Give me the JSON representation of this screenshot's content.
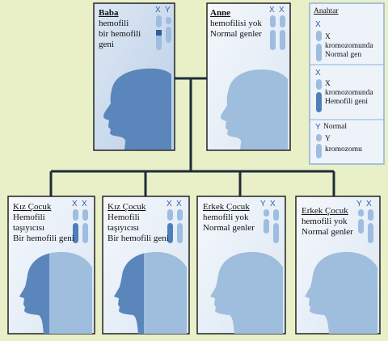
{
  "colors": {
    "background": "#e9f0c8",
    "panel_fill": "#ccdcee",
    "panel_fill_light": "#e6eef8",
    "panel_border": "#222222",
    "silhouette_dark": "#5a86bb",
    "silhouette_light": "#9fbddc",
    "chromosome_dark": "#4e7fbc",
    "chromosome_light": "#9ebde0",
    "connector": "#1f2b3a"
  },
  "father": {
    "name": "Baba",
    "lines": [
      "hemofili",
      "bir hemofili",
      "geni"
    ],
    "chromosomes": {
      "x_label": "X",
      "y_label": "Y"
    }
  },
  "mother": {
    "name": "Anne",
    "lines": [
      "hemofilisi yok",
      "Normal genler"
    ],
    "chromosomes": {
      "x_label": "X",
      "x2_label": "X"
    }
  },
  "key": {
    "title": "Anahtar",
    "items": [
      {
        "symbol": "X",
        "lines": [
          "X",
          "kromozomunda",
          "Normal gen"
        ],
        "icon": "normal-x-chromosome"
      },
      {
        "symbol": "X",
        "lines": [
          "X",
          "kromozomunda",
          "Hemofili geni"
        ],
        "icon": "hemophilia-x-chromosome"
      },
      {
        "symbol": "Y",
        "lines": [
          "Normal",
          "Y",
          "kromozomu"
        ],
        "icon": "normal-y-chromosome"
      }
    ]
  },
  "children": [
    {
      "type": "girl",
      "lines": [
        "Kız Çocuk",
        "Hemofili",
        "taşıyıcısı",
        "Bir hemofili geni"
      ],
      "labels": [
        "X",
        "X"
      ],
      "state": "carrier"
    },
    {
      "type": "girl",
      "lines": [
        "Kız Çocuk",
        "Hemofili",
        "taşıyıcısı",
        "Bir hemofili geni"
      ],
      "labels": [
        "X",
        "X"
      ],
      "state": "carrier"
    },
    {
      "type": "boy",
      "lines": [
        "Erkek Çocuk",
        "hemofili yok",
        "Normal genler"
      ],
      "labels": [
        "Y",
        "X"
      ],
      "state": "normal"
    },
    {
      "type": "boy",
      "lines": [
        "Erkek Çocuk",
        "hemofili yok",
        "Normal genler"
      ],
      "labels": [
        "Y",
        "X"
      ],
      "state": "normal"
    }
  ]
}
